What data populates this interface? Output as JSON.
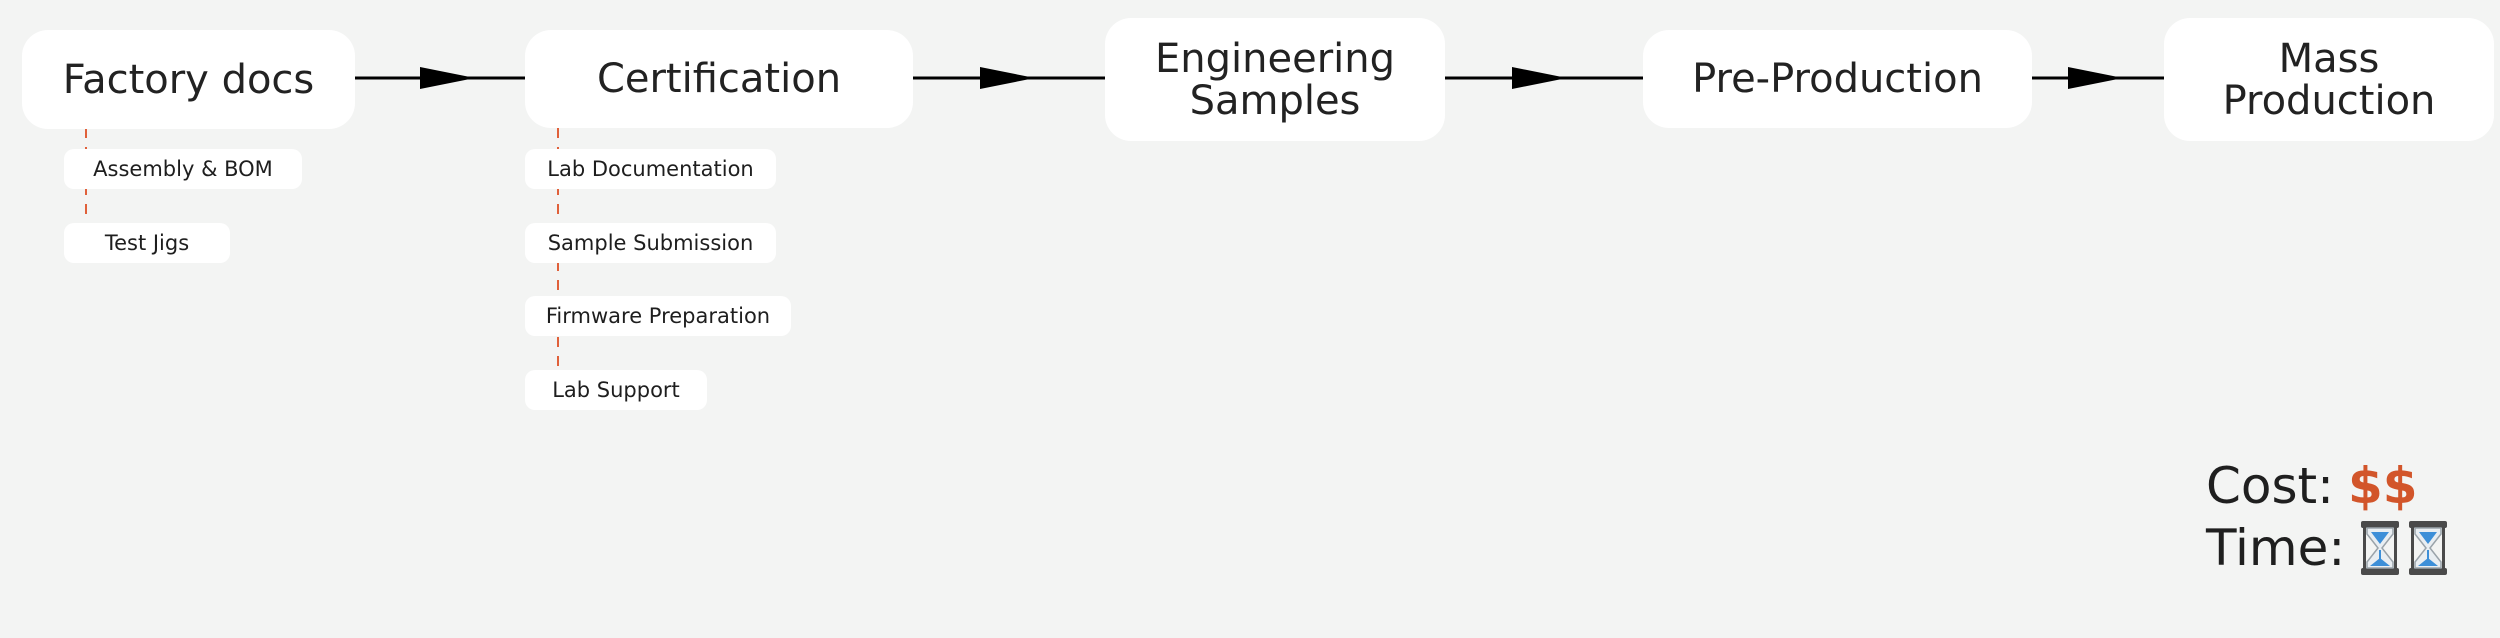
{
  "diagram": {
    "stages": [
      {
        "id": "factory-docs",
        "label": "Factory docs"
      },
      {
        "id": "certification",
        "label": "Certification"
      },
      {
        "id": "engineering-samples",
        "label": "Engineering\nSamples"
      },
      {
        "id": "pre-production",
        "label": "Pre-Production"
      },
      {
        "id": "mass-production",
        "label": "Mass\nProduction"
      }
    ],
    "factory_docs_items": [
      "Assembly & BOM",
      "Test Jigs"
    ],
    "certification_items": [
      "Lab Documentation",
      "Sample Submission",
      "Firmware Preparation",
      "Lab Support"
    ]
  },
  "legend": {
    "cost_label": "Cost:",
    "cost_value": "$$",
    "time_label": "Time:",
    "time_icon": "hourglass-icon",
    "time_count": 2
  },
  "colors": {
    "background": "#f3f4f3",
    "box": "#ffffff",
    "arrow": "#000000",
    "dashed_connector": "#e0603a",
    "cost_accent": "#d2552a",
    "hourglass_sand": "#3d8fd8",
    "hourglass_frame": "#4a4a4a"
  }
}
